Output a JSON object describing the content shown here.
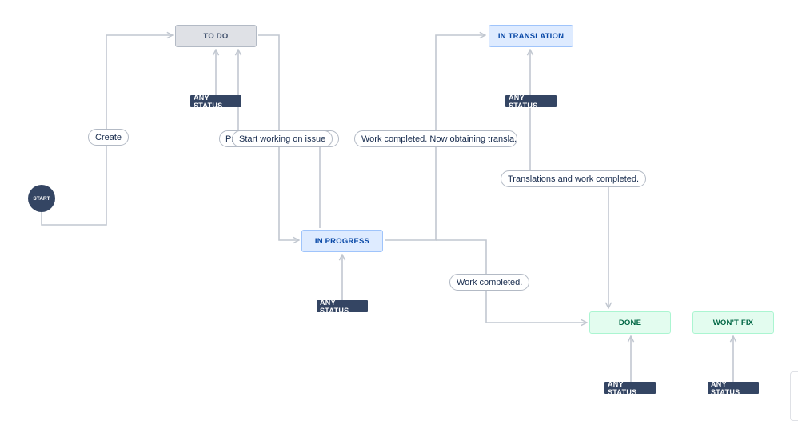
{
  "statuses": {
    "todo": "TO DO",
    "in_translation": "IN TRANSLATION",
    "in_progress": "IN PROGRESS",
    "done": "DONE",
    "wont_fix": "WON'T FIX"
  },
  "start_label": "START",
  "any_status_label": "ANY STATUS",
  "transitions": {
    "create": "Create",
    "pr_partial": "Pr",
    "e_partial": "e",
    "start_working": "Start working on issue",
    "work_completed_translation": "Work completed. Now obtaining transla...",
    "translations_completed": "Translations and work completed.",
    "work_completed": "Work completed."
  },
  "colors": {
    "line": "#c1c7d0",
    "todo_fill": "#dfe1e6",
    "progress_fill": "#deebff",
    "done_fill": "#e3fcef",
    "badge_fill": "#344563"
  }
}
